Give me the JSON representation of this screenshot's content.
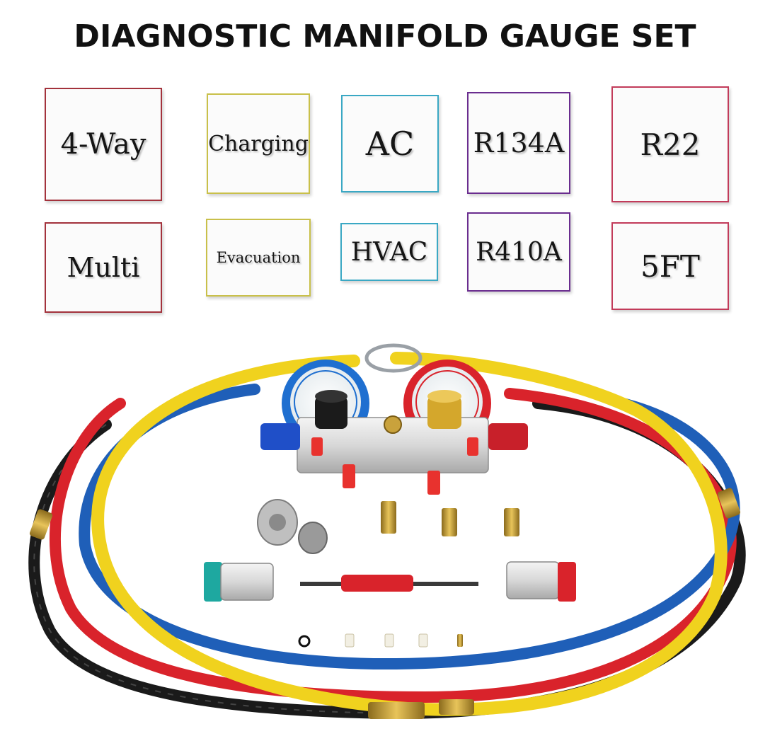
{
  "header": {
    "title": "DIAGNOSTIC MANIFOLD GAUGE SET"
  },
  "tags": [
    {
      "label": "4-Way",
      "color": "#a3323c"
    },
    {
      "label": "Charging",
      "color": "#c9c04a"
    },
    {
      "label": "AC",
      "color": "#3aa8c4"
    },
    {
      "label": "R134A",
      "color": "#6a2d8f"
    },
    {
      "label": "R22",
      "color": "#c23b5a"
    },
    {
      "label": "Multi",
      "color": "#a3323c"
    },
    {
      "label": "Evacuation",
      "color": "#c9c04a"
    },
    {
      "label": "HVAC",
      "color": "#3aa8c4"
    },
    {
      "label": "R410A",
      "color": "#6a2d8f"
    },
    {
      "label": "5FT",
      "color": "#c23b5a"
    }
  ],
  "product_image": {
    "hose_colors": [
      "#1a1a1a",
      "#d9232b",
      "#1f5fb8",
      "#f0d21e"
    ],
    "gauges": [
      {
        "side": "low",
        "color": "#1f6fd0"
      },
      {
        "side": "high",
        "color": "#d9232b"
      }
    ]
  }
}
